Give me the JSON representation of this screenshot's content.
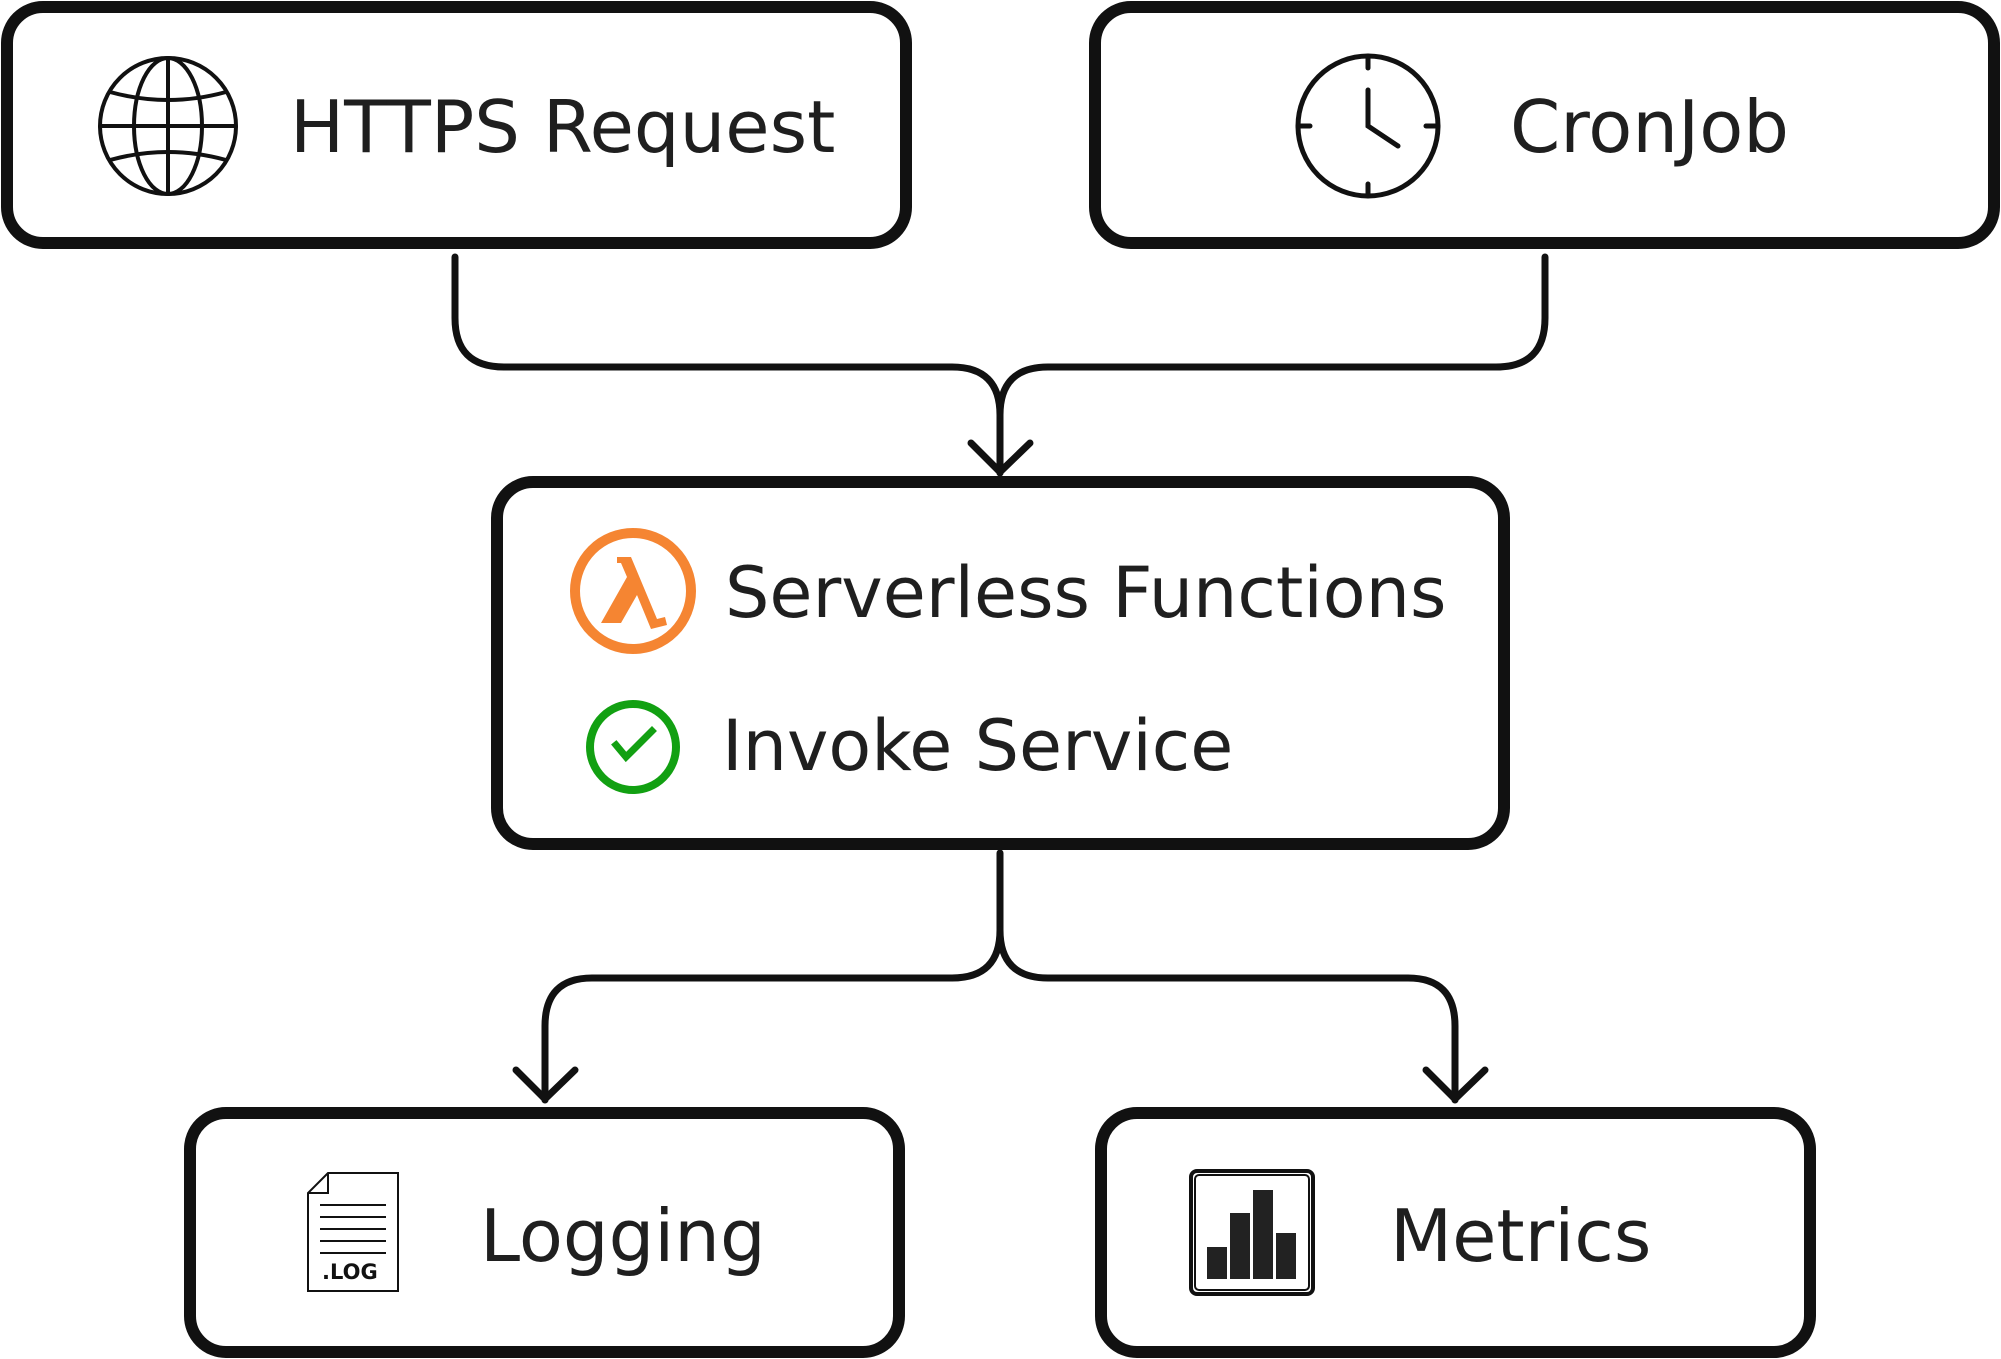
{
  "nodes": {
    "https_request": {
      "label": "HTTPS Request",
      "icon": "globe-icon"
    },
    "cronjob": {
      "label": "CronJob",
      "icon": "clock-icon"
    },
    "serverless": {
      "lines": [
        {
          "label": "Serverless Functions",
          "icon": "lambda-icon",
          "color": "#F58532"
        },
        {
          "label": "Invoke Service",
          "icon": "check-circle-icon",
          "color": "#12A012"
        }
      ]
    },
    "logging": {
      "label": "Logging",
      "icon": "log-file-icon",
      "icon_text": ".LOG"
    },
    "metrics": {
      "label": "Metrics",
      "icon": "bar-chart-icon"
    }
  },
  "edges": [
    {
      "from": "https_request",
      "to": "serverless"
    },
    {
      "from": "cronjob",
      "to": "serverless"
    },
    {
      "from": "serverless",
      "to": "logging"
    },
    {
      "from": "serverless",
      "to": "metrics"
    }
  ]
}
